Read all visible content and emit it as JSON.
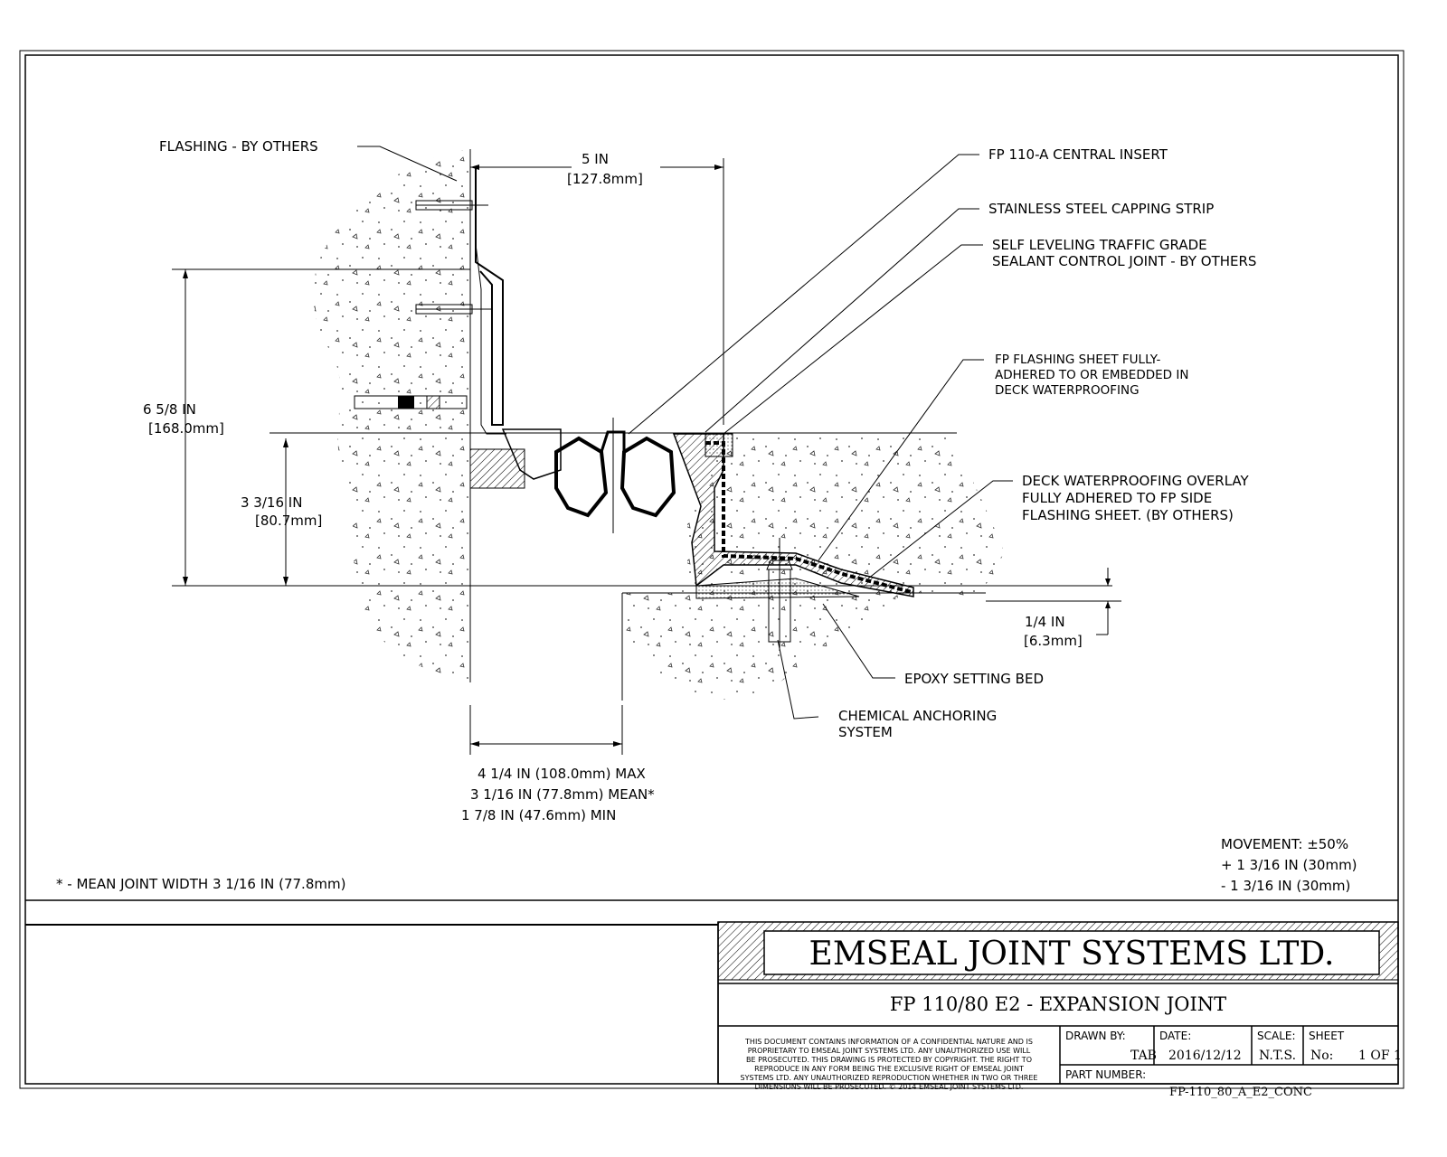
{
  "callouts": {
    "flashing": "FLASHING - BY OTHERS",
    "central_insert": "FP 110-A CENTRAL INSERT",
    "capping_strip": "STAINLESS STEEL CAPPING STRIP",
    "sealant_1": "SELF LEVELING TRAFFIC GRADE",
    "sealant_2": "SEALANT CONTROL JOINT - BY OTHERS",
    "fp_sheet_1": "FP FLASHING SHEET FULLY-",
    "fp_sheet_2": "ADHERED TO OR EMBEDDED IN",
    "fp_sheet_3": "DECK WATERPROOFING",
    "deck_1": "DECK WATERPROOFING OVERLAY",
    "deck_2": "FULLY ADHERED TO FP SIDE",
    "deck_3": "FLASHING SHEET. (BY OTHERS)",
    "epoxy": "EPOXY SETTING BED",
    "anchor_1": "CHEMICAL ANCHORING",
    "anchor_2": "SYSTEM"
  },
  "dimensions": {
    "top_width_in": "5 IN",
    "top_width_mm": "[127.8mm]",
    "height_total_in": "6 5/8 IN",
    "height_total_mm": "[168.0mm]",
    "height_deck_in": "3 3/16 IN",
    "height_deck_mm": "[80.7mm]",
    "recess_in": "1/4 IN",
    "recess_mm": "[6.3mm]",
    "gap_max": "4 1/4 IN (108.0mm) MAX",
    "gap_mean": "3 1/16 IN (77.8mm) MEAN*",
    "gap_min": "1 7/8 IN (47.6mm) MIN"
  },
  "notes": {
    "mean_joint": "* - MEAN JOINT WIDTH 3 1/16 IN (77.8mm)",
    "movement": "MOVEMENT: ±50%",
    "movement_plus": "+ 1 3/16 IN (30mm)",
    "movement_minus": "- 1 3/16 IN (30mm)"
  },
  "title_block": {
    "company": "EMSEAL JOINT SYSTEMS LTD.",
    "drawing_title": "FP 110/80 E2 - EXPANSION JOINT",
    "disclaimer": [
      "THIS DOCUMENT CONTAINS INFORMATION OF A CONFIDENTIAL NATURE AND IS",
      "PROPRIETARY TO EMSEAL JOINT SYSTEMS LTD. ANY UNAUTHORIZED USE WILL",
      "BE PROSECUTED. THIS DRAWING IS PROTECTED BY COPYRIGHT. THE RIGHT TO",
      "REPRODUCE IN ANY FORM BEING THE EXCLUSIVE RIGHT OF EMSEAL JOINT",
      "SYSTEMS LTD. ANY UNAUTHORIZED REPRODUCTION WHETHER IN TWO OR THREE",
      "DIMENSIONS WILL BE PROSECUTED. © 2014 EMSEAL JOINT SYSTEMS LTD."
    ],
    "drawn_by_label": "DRAWN BY:",
    "drawn_by": "TAB",
    "date_label": "DATE:",
    "date": "2016/12/12",
    "scale_label": "SCALE:",
    "scale": "N.T.S.",
    "sheet_label": "SHEET",
    "sheet_no_label": "No:",
    "sheet": "1 OF 1",
    "part_number_label": "PART NUMBER:",
    "part_number": "FP-110_80_A_E2_CONC"
  }
}
